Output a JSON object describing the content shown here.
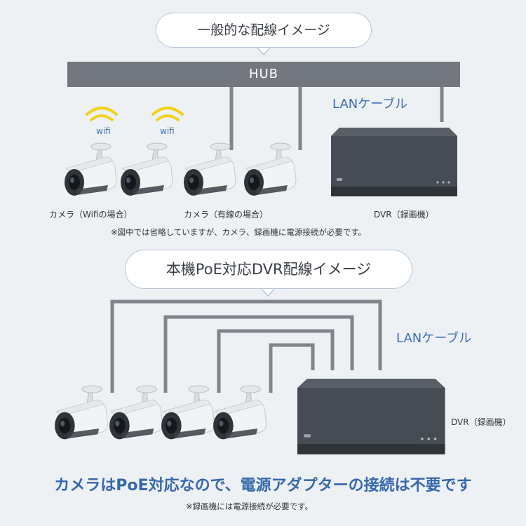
{
  "general": {
    "title": "一般的な配線イメージ",
    "hub_label": "HUB",
    "lan_label": "LANケーブル",
    "wifi_label": "wifi",
    "camera_wifi_caption": "カメラ（Wifiの場合）",
    "camera_wired_caption": "カメラ（有線の場合）",
    "dvr_caption": "DVR（録画機）",
    "note": "※図中では省略していますが、カメラ、録画機に電源接続が必要です。"
  },
  "poe": {
    "title": "本機PoE対応DVR配線イメージ",
    "lan_label": "LANケーブル",
    "dvr_caption": "DVR（録画機）",
    "headline": "カメラはPoE対応なので、電源アダプターの接続は不要です",
    "note": "※録画機には電源接続が必要です。"
  },
  "colors": {
    "background": "#eef1f4",
    "hub": "#737880",
    "cable": "#80858c",
    "accent_blue": "#3c6fb5",
    "wifi_yellow": "#f2d21a",
    "dvr_body": "#41484e"
  }
}
